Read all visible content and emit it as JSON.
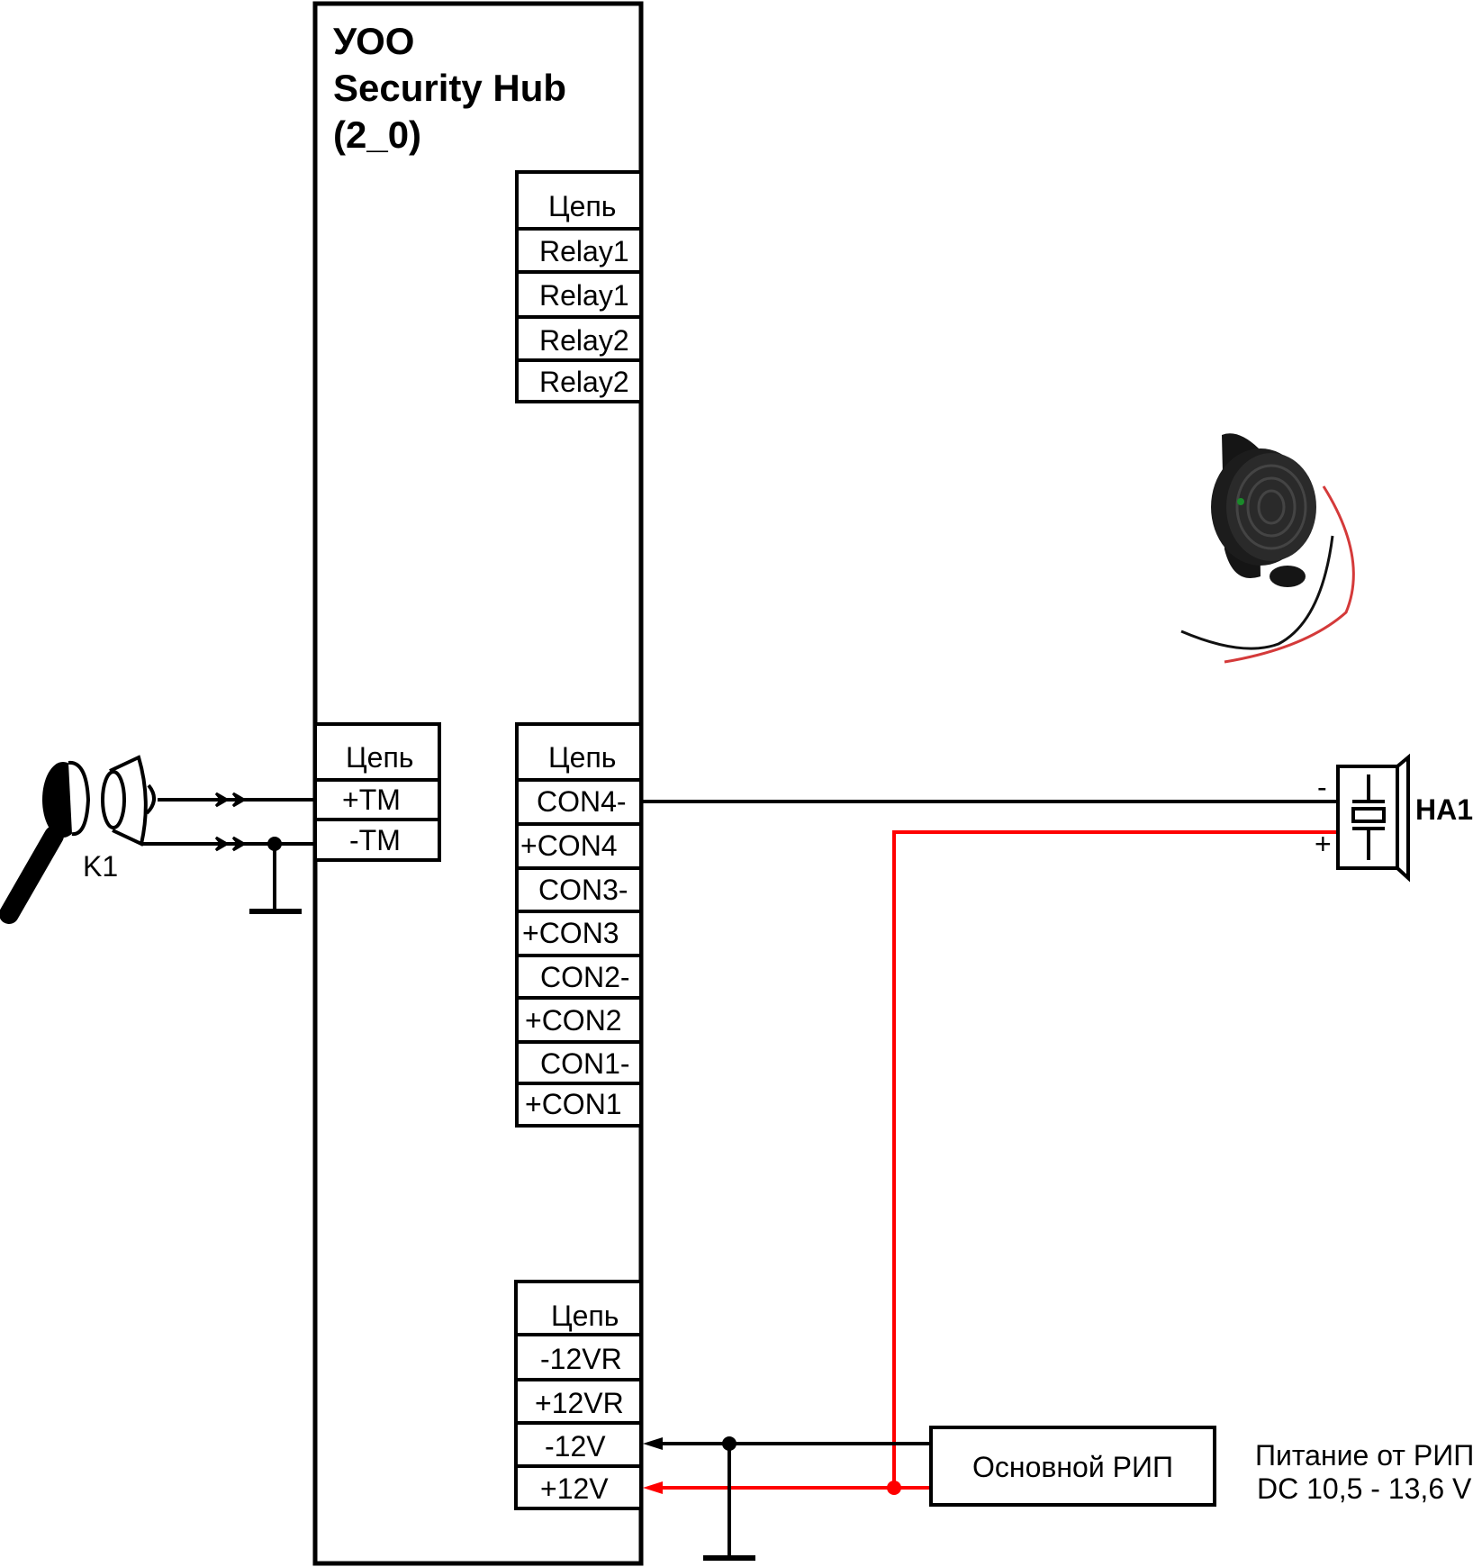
{
  "device": {
    "title_lines": [
      "УОО",
      "Security Hub",
      "(2_0)"
    ]
  },
  "relay_block": {
    "header": "Цепь",
    "rows": [
      "Relay1",
      "Relay1",
      "Relay2",
      "Relay2"
    ]
  },
  "tm_block": {
    "header": "Цепь",
    "rows": [
      "+TM",
      "-TM"
    ]
  },
  "con_block": {
    "header": "Цепь",
    "rows": [
      "CON4-",
      "+CON4",
      "CON3-",
      "+CON3",
      "CON2-",
      "+CON2",
      "CON1-",
      "+CON1"
    ]
  },
  "power_block": {
    "header": "Цепь",
    "rows": [
      "-12VR",
      "+12VR",
      "-12V",
      "+12V"
    ]
  },
  "reader": {
    "label": "K1",
    "icon": "touch-memory-key-icon"
  },
  "buzzer": {
    "label": "HA1",
    "minus_label": "-",
    "plus_label": "+",
    "icon": "piezo-buzzer-icon",
    "photo": "buzzer-photo"
  },
  "psu": {
    "label": "Основной РИП",
    "note_lines": [
      "Питание от РИП",
      "DC 10,5 - 13,6 V"
    ]
  },
  "colors": {
    "wire_negative": "#000000",
    "wire_positive": "#ff0000"
  }
}
